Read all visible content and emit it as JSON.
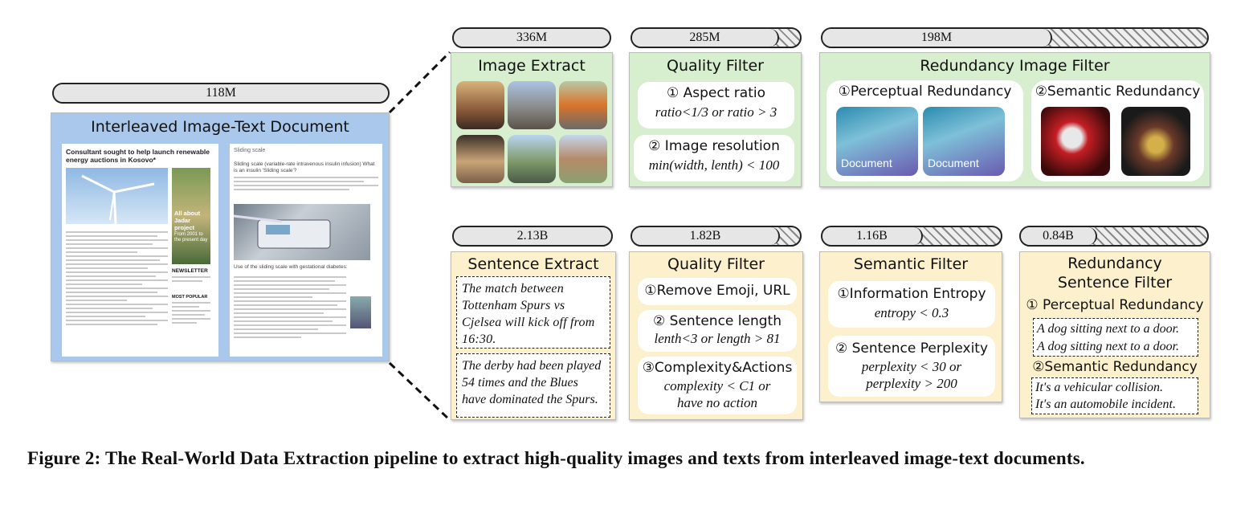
{
  "caption": "Figure 2: The Real-World Data Extraction pipeline to extract high-quality images and texts from interleaved image-text documents.",
  "colors": {
    "green_panel": "#d8efcf",
    "yellow_panel": "#fcf1cc",
    "doc_panel": "#a9c8ec",
    "bar": "#e6e6e6"
  },
  "document": {
    "count": "118M",
    "title": "Interleaved Image-Text Document",
    "article_left_headline": "Consultant sought to help launch renewable energy auctions in Kosovo*",
    "article_left_promo": "All about Jadar project",
    "article_left_promo_sub": "From 2001 to the present day",
    "article_left_newsletter": "NEWSLETTER",
    "article_left_most_popular": "MOST POPULAR",
    "article_right_head": "Sliding scale",
    "article_right_title": "Sliding scale (variable-rate intravenous insulin infusion) What is an insulin 'Sliding scale'?",
    "article_right_subhead": "Use of the sliding scale with gestational diabetes:"
  },
  "image_stages": [
    {
      "count": "336M",
      "fill": 1.0,
      "title": "Image Extract"
    },
    {
      "count": "285M",
      "fill": 0.848,
      "title": "Quality Filter",
      "items": [
        {
          "label": "① Aspect ratio",
          "rule": "ratio<1/3 or ratio > 3"
        },
        {
          "label": "② Image resolution",
          "rule": "min(width, lenth) < 100"
        }
      ]
    },
    {
      "count": "198M",
      "fill": 0.589,
      "title": "Redundancy Image Filter",
      "items": [
        {
          "label": "①Perceptual Redundancy",
          "thumb_text": "Document"
        },
        {
          "label": "②Semantic Redundancy"
        }
      ]
    }
  ],
  "text_stages": [
    {
      "count": "2.13B",
      "fill": 1.0,
      "title": "Sentence Extract",
      "texts": [
        "The match between Tottenham Spurs vs Cjelsea will kick off from 16:30.",
        "The derby had been played 54 times and the Blues have dominated the Spurs."
      ]
    },
    {
      "count": "1.82B",
      "fill": 0.854,
      "title": "Quality Filter",
      "items": [
        {
          "label": "①Remove Emoji, URL",
          "rule": ""
        },
        {
          "label": "② Sentence length",
          "rule": "lenth<3 or length > 81"
        },
        {
          "label": "③Complexity&Actions",
          "rule": "complexity < C1 or have no action"
        }
      ]
    },
    {
      "count": "1.16B",
      "fill": 0.545,
      "title": "Semantic Filter",
      "items": [
        {
          "label": "①Information Entropy",
          "rule": "entropy < 0.3"
        },
        {
          "label": "② Sentence Perplexity",
          "rule": "perplexity < 30 or perplexity > 200"
        }
      ]
    },
    {
      "count": "0.84B",
      "fill": 0.394,
      "title_line1": "Redundancy",
      "title_line2": "Sentence Filter",
      "items": [
        {
          "label": "① Perceptual Redundancy",
          "lines": [
            "A dog sitting next to a door.",
            "A dog sitting next to a door."
          ]
        },
        {
          "label": "②Semantic Redundancy",
          "lines": [
            "It's a vehicular collision.",
            "It's an automobile incident."
          ]
        }
      ]
    }
  ]
}
